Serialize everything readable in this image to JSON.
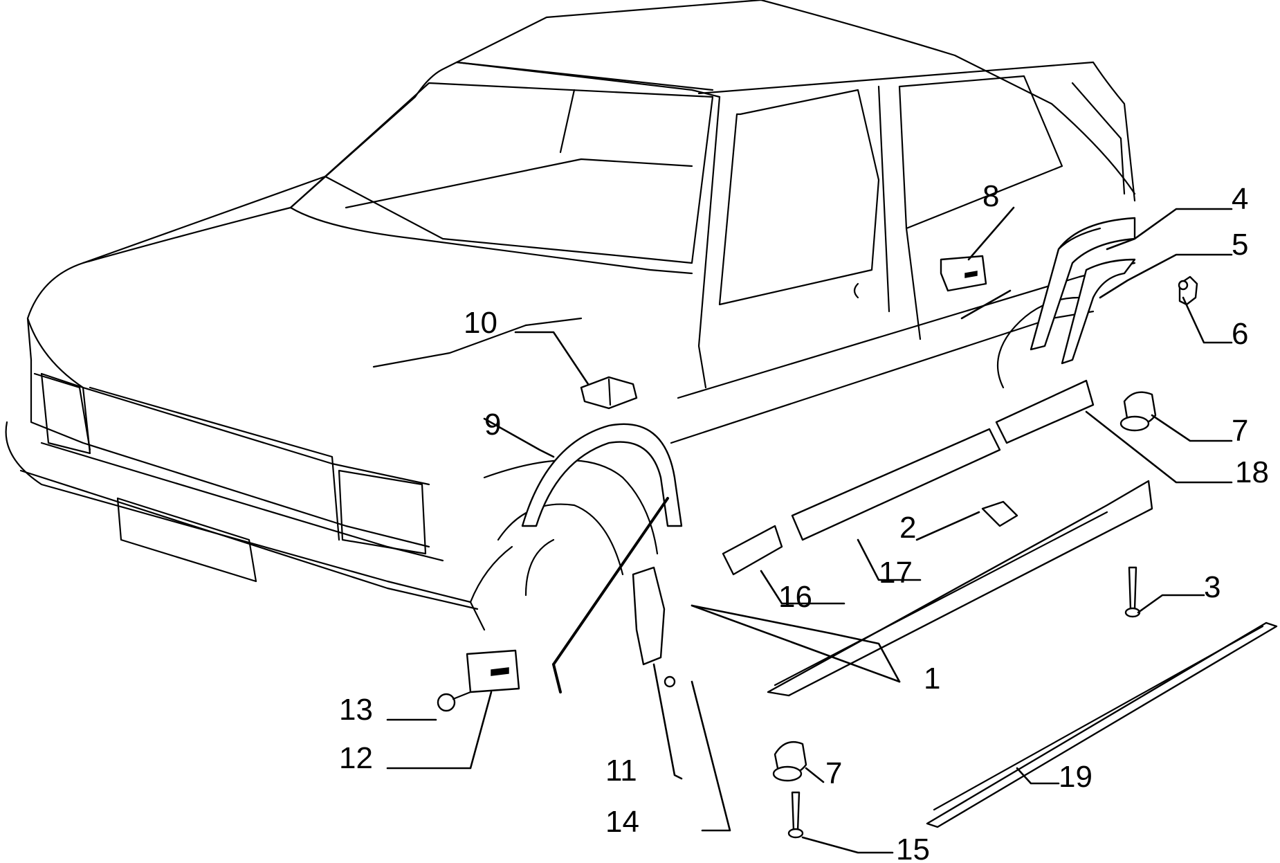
{
  "callouts": [
    {
      "id": "1",
      "label": "1"
    },
    {
      "id": "2",
      "label": "2"
    },
    {
      "id": "3",
      "label": "3"
    },
    {
      "id": "4",
      "label": "4"
    },
    {
      "id": "5",
      "label": "5"
    },
    {
      "id": "6",
      "label": "6"
    },
    {
      "id": "7a",
      "label": "7"
    },
    {
      "id": "7b",
      "label": "7"
    },
    {
      "id": "8",
      "label": "8"
    },
    {
      "id": "9",
      "label": "9"
    },
    {
      "id": "10",
      "label": "10"
    },
    {
      "id": "11",
      "label": "11"
    },
    {
      "id": "12",
      "label": "12"
    },
    {
      "id": "13",
      "label": "13"
    },
    {
      "id": "14",
      "label": "14"
    },
    {
      "id": "15",
      "label": "15"
    },
    {
      "id": "16",
      "label": "16"
    },
    {
      "id": "17",
      "label": "17"
    },
    {
      "id": "18",
      "label": "18"
    },
    {
      "id": "19",
      "label": "19"
    }
  ]
}
